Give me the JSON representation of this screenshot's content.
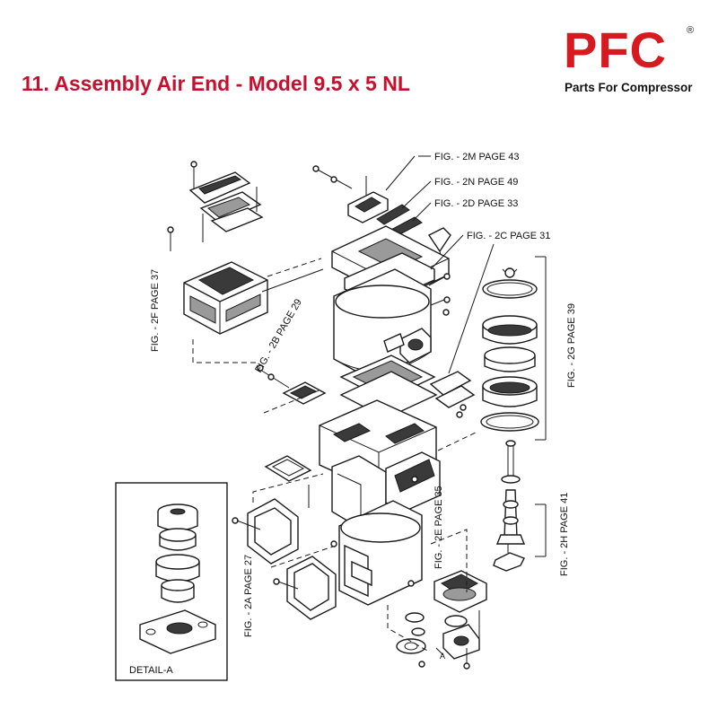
{
  "header": {
    "title": "11. Assembly Air End - Model 9.5 x 5 NL"
  },
  "logo": {
    "mark": "PFC",
    "registered": "®",
    "tagline": "Parts For Compressor"
  },
  "diagram": {
    "labels": {
      "fig_2m": "FIG. - 2M PAGE 43",
      "fig_2n": "FIG. - 2N PAGE 49",
      "fig_2d": "FIG. - 2D PAGE 33",
      "fig_2c": "FIG. - 2C PAGE 31",
      "fig_2f": "FIG. - 2F PAGE 37",
      "fig_2b": "FIG. - 2B PAGE 29",
      "fig_2g": "FIG. - 2G PAGE 39",
      "fig_2e": "FIG. - 2E PAGE 35",
      "fig_2h": "FIG. - 2H PAGE 41",
      "fig_2a": "FIG. - 2A PAGE 27",
      "detail_a": "DETAIL-A",
      "marker_a": "A"
    }
  }
}
